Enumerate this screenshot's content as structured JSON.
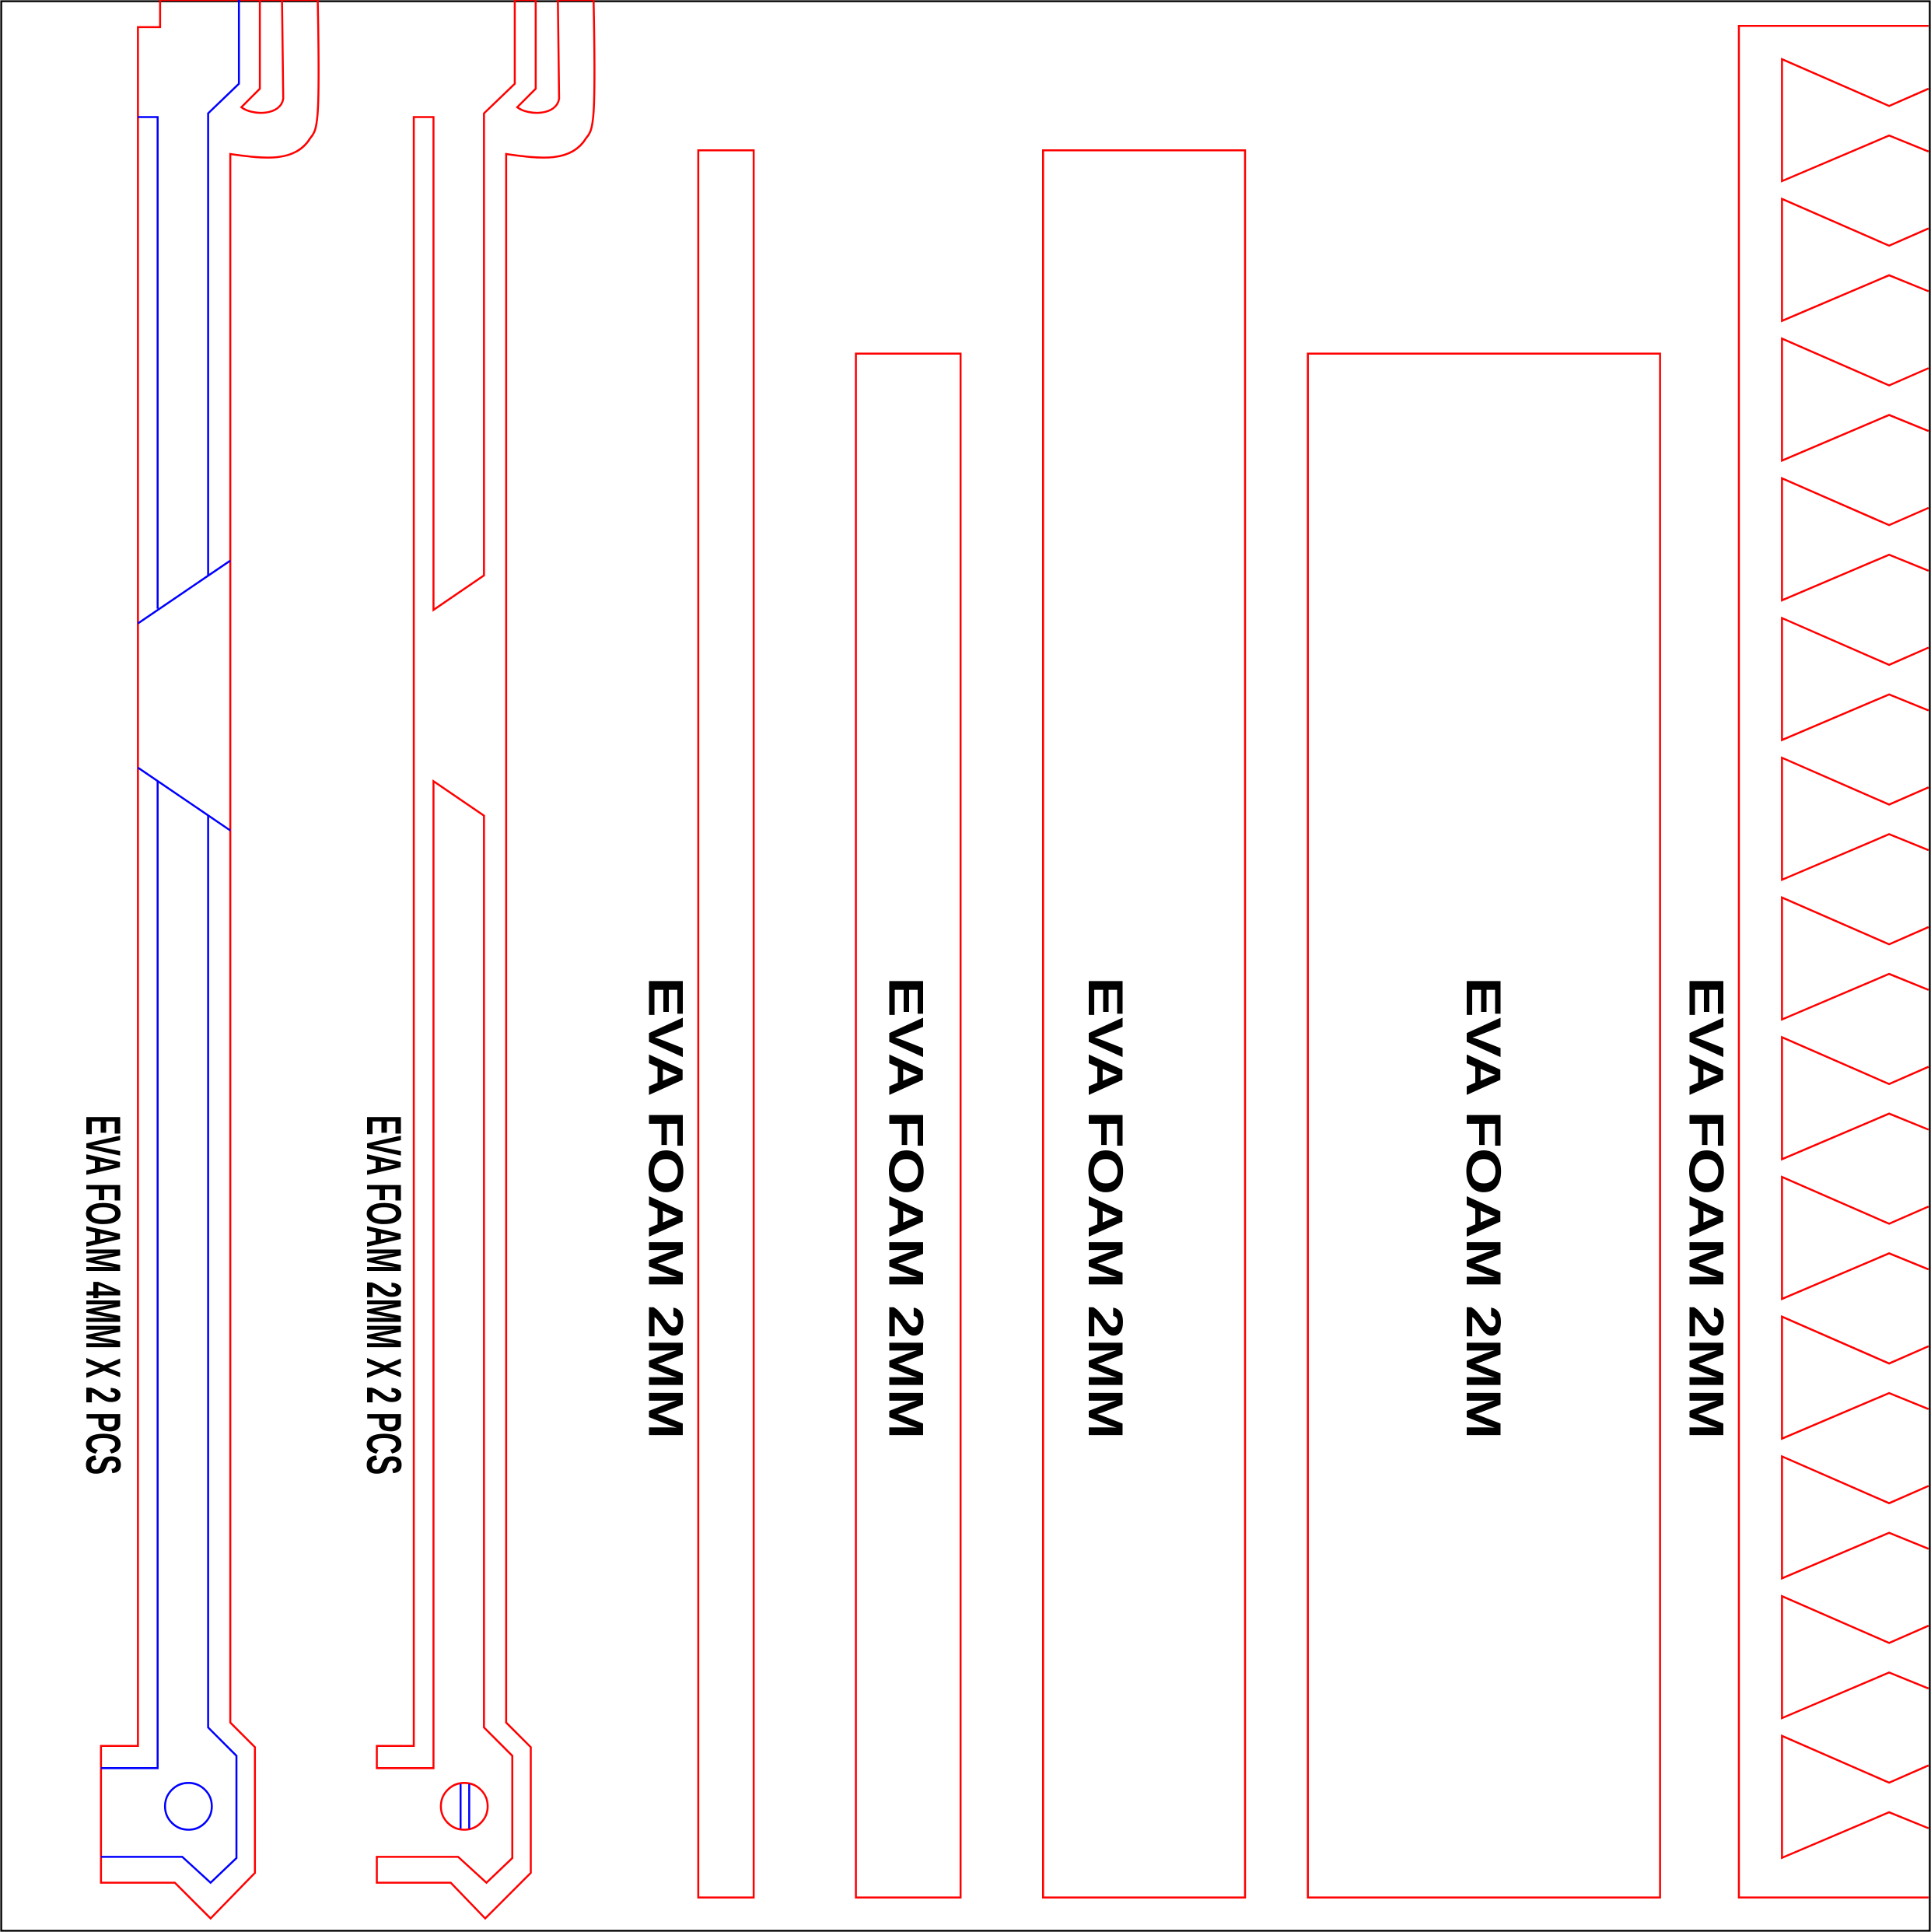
{
  "colors": {
    "cut_line": "#ff0000",
    "score_line": "#0000ff",
    "text": "#000000",
    "border": "#000000"
  },
  "labels": [
    "EVA FOAM 4MM X 2 PCS",
    "EVA FOAM 2MM X 2 PCS",
    "EVA FOAM 2MM",
    "EVA FOAM 2MM",
    "EVA FOAM 2MM",
    "EVA FOAM 2MM",
    "EVA FOAM 2MM"
  ],
  "sawtooth_count": 13
}
